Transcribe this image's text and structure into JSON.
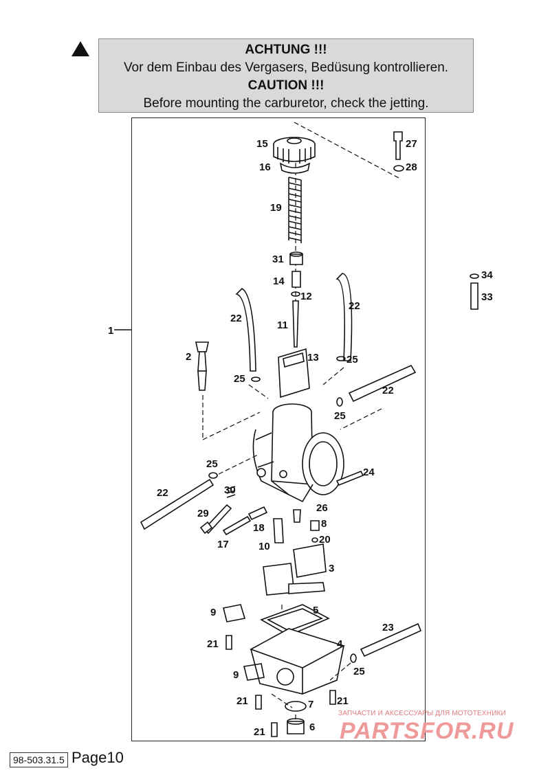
{
  "caution": {
    "line1": "ACHTUNG !!!",
    "line2": "Vor dem Einbau des Vergasers, Bedüsung kontrollieren.",
    "line3": "CAUTION !!!",
    "line4": "Before mounting the carburetor, check the jetting."
  },
  "labels": {
    "p1": "1",
    "p2": "2",
    "p3": "3",
    "p4": "4",
    "p5": "5",
    "p6": "6",
    "p7": "7",
    "p8": "8",
    "p9a": "9",
    "p9b": "9",
    "p10": "10",
    "p11": "11",
    "p12": "12",
    "p13": "13",
    "p14": "14",
    "p15": "15",
    "p16": "16",
    "p17": "17",
    "p18": "18",
    "p19": "19",
    "p20": "20",
    "p21a": "21",
    "p21b": "21",
    "p21c": "21",
    "p21d": "21",
    "p22a": "22",
    "p22b": "22",
    "p22c": "22",
    "p22d": "22",
    "p23": "23",
    "p24": "24",
    "p25a": "25",
    "p25b": "25",
    "p25c": "25",
    "p25d": "25",
    "p25e": "25",
    "p26": "26",
    "p27": "27",
    "p28": "28",
    "p29": "29",
    "p30": "30",
    "p31": "31",
    "p33": "33",
    "p34": "34"
  },
  "footer": {
    "code": "98-503.31.5",
    "page": "Page10"
  },
  "watermark": {
    "tagline": "ЗАПЧАСТИ И АКСЕССУАРЫ ДЛЯ МОТОТЕХНИКИ",
    "brand": "PARTSFOR.RU",
    "color": "#ef9a9a"
  }
}
